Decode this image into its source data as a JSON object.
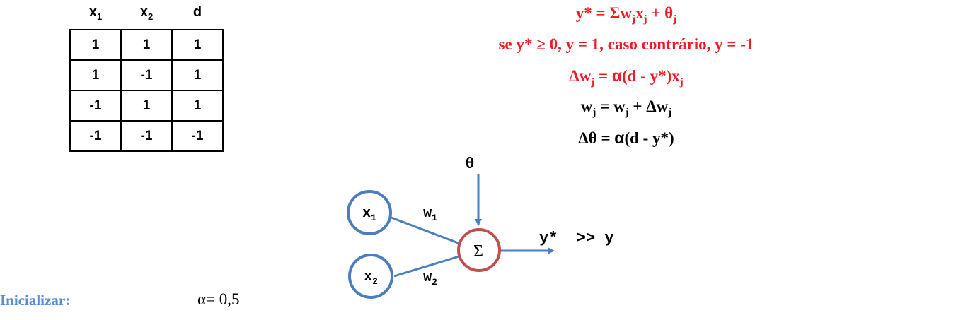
{
  "table": {
    "headers": [
      {
        "base": "x",
        "sub": "1"
      },
      {
        "base": "x",
        "sub": "2"
      },
      {
        "base": "d",
        "sub": ""
      }
    ],
    "rows": [
      [
        "1",
        "1",
        "1"
      ],
      [
        "1",
        "-1",
        "1"
      ],
      [
        "-1",
        "1",
        "1"
      ],
      [
        "-1",
        "-1",
        "-1"
      ]
    ]
  },
  "formulas": {
    "f1": {
      "a": "y* = Σw",
      "a_sub": "j",
      "b": "x",
      "b_sub": "j",
      "c": " + θ",
      "c_sub": "j"
    },
    "f2": "se y* ≥ 0, y = 1, caso contrário, y = -1",
    "f3": {
      "a": "Δw",
      "a_sub": "j",
      "b": " = ",
      "c": "α",
      "d": "(d - y*)x",
      "d_sub": "j"
    },
    "f4": {
      "a": "w",
      "a_sub": "j",
      "b": " = w",
      "b_sub": "j",
      "c": " + Δw",
      "c_sub": "j"
    },
    "f5": {
      "a": "Δθ = ",
      "b": "α",
      "c": "(d - y*)"
    }
  },
  "colors": {
    "formula_red": "#ee1c25",
    "init_blue": "#5b8ccf",
    "node_blue": "#4a7ebf",
    "sum_red": "#c0504d",
    "arrow_blue": "#4a7ebf"
  },
  "perceptron": {
    "theta": "θ",
    "x1": {
      "base": "x",
      "sub": "1"
    },
    "x2": {
      "base": "x",
      "sub": "2"
    },
    "w1": {
      "base": "w",
      "sub": "1"
    },
    "w2": {
      "base": "w",
      "sub": "2"
    },
    "sum": "Σ",
    "output": "y*  >> y"
  },
  "init": {
    "label": "Inicializar:",
    "alpha": "α= 0,5"
  }
}
